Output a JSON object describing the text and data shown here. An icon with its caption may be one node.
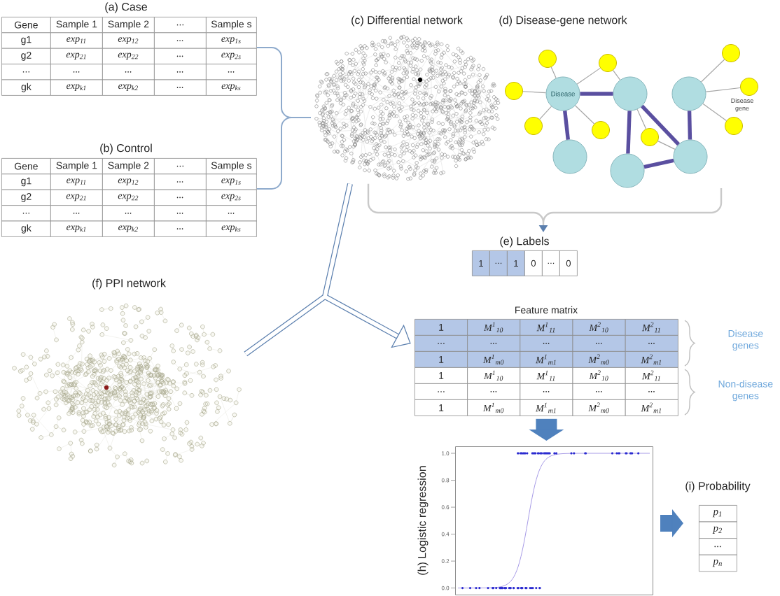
{
  "diagram": {
    "nodes": [
      {
        "text": [
          "(a) Case",
          "Gene",
          "Sample 1",
          "Sample 2",
          "...",
          "Sample s",
          "g1",
          "exp$_{11}$",
          "exp$_{12}$",
          "...",
          "exp$_{1s}$",
          "g2",
          "exp$_{21}$",
          "exp$_{22}$",
          "...",
          "exp$_{2s}$",
          "...",
          "...",
          "...",
          "...",
          "...",
          "gk",
          "exp$_{k1}$",
          "exp$_{k2}$",
          "...",
          "exp$_{ks}$"
        ]
      },
      {
        "text": [
          "(b) Control",
          "Gene",
          "Sample 1",
          "Sample 2",
          "...",
          "Sample s",
          "g1",
          "exp$_{11}$",
          "exp$_{12}$",
          "...",
          "exp$_{1s}$",
          "g2",
          "exp$_{21}$",
          "exp$_{22}$",
          "...",
          "exp$_{2s}$",
          "...",
          "...",
          "...",
          "...",
          "...",
          "gk",
          "exp$_{k1}$",
          "exp$_{k2}$",
          "...",
          "exp$_{ks}$"
        ]
      },
      {
        "text": [
          "(c) Differential network"
        ]
      },
      {
        "text": [
          "(d) Disease-gene network"
        ]
      },
      {
        "text": [],
        "shape": "circle",
        "in": 3
      },
      {
        "text": [],
        "shape": "circle",
        "in": 3
      },
      {
        "text": [],
        "shape": "circle",
        "in": 3
      },
      {
        "text": [],
        "shape": "circle",
        "in": 3
      },
      {
        "text": [
          "Disease"
        ],
        "in": 3
      },
      {
        "text": [],
        "shape": "circle",
        "in": 3
      },
      {
        "text": [],
        "shape": "circle",
        "in": 3
      },
      {
        "text": [],
        "shape": "circle",
        "in": 3,
        "beside": [
          "Disease gene"
        ]
      },
      {
        "text": [],
        "shape": "circle",
        "in": 3
      },
      {
        "text": [],
        "shape": "circle",
        "in": 3
      },
      {
        "text": [],
        "shape": "circle",
        "in": 3
      },
      {
        "text": [],
        "shape": "circle",
        "in": 3
      },
      {
        "text": [],
        "shape": "circle",
        "in": 3
      },
      {
        "text": [],
        "shape": "circle",
        "in": 3
      },
      {
        "text": [],
        "shape": "circle",
        "in": 3
      },
      {
        "text": [
          "(e) Labels",
          "1",
          "...",
          "1",
          "0",
          "...",
          "0"
        ]
      },
      {
        "text": [
          "(f) PPI network"
        ]
      },
      {
        "text": [
          "Feature matrix",
          "1",
          "M$^{1}$$_{10}$",
          "M$^{1}$$_{11}$",
          "M$^{2}$$_{10}$",
          "M$^{2}$$_{11}$",
          "...",
          "...",
          "...",
          "...",
          "...",
          "1",
          "M$^{1}$$_{m0}$",
          "M$^{1}$$_{m1}$",
          "M$^{2}$$_{m0}$",
          "M$^{2}$$_{m1}$",
          "1",
          "M$^{1}$$_{10}$",
          "M$^{1}$$_{11}$",
          "M$^{2}$$_{10}$",
          "M$^{2}$$_{11}$",
          "...",
          "...",
          "...",
          "...",
          "...",
          "1",
          "M$^{1}$$_{m0}$",
          "M$^{1}$$_{m1}$",
          "M$^{2}$$_{m0}$",
          "M$^{2}$$_{m1}$"
        ],
        "beside": [
          "Disease genes",
          "Non-disease genes"
        ]
      },
      {
        "text": [
          "(h) Logistic regression"
        ]
      },
      {
        "text": [
          "(i) Probability",
          "p$_{1}$",
          "p$_{2}$",
          "...",
          "p$_{n}$"
        ]
      }
    ],
    "edges": [
      {
        "from": 0,
        "to": 2,
        "arrow": "none",
        "color": "#8eaacc"
      },
      {
        "from": 1,
        "to": 2,
        "arrow": "none",
        "color": "#8eaacc"
      },
      {
        "from": 2,
        "to": 19,
        "arrow": "to",
        "color": "#c9c9c9"
      },
      {
        "from": 3,
        "to": 19,
        "arrow": "to",
        "color": "#c9c9c9"
      },
      {
        "from": 2,
        "to": 21,
        "arrow": "to",
        "style": "thick",
        "color": "#5b7fae"
      },
      {
        "from": 20,
        "to": 21,
        "arrow": "to",
        "style": "thick",
        "color": "#5b7fae"
      },
      {
        "from": 21,
        "to": 22,
        "arrow": "to",
        "style": "thick",
        "color": "#4f81bd"
      },
      {
        "from": 22,
        "to": 23,
        "arrow": "to",
        "style": "thick",
        "color": "#4f81bd"
      },
      {
        "from": 4,
        "to": 8,
        "arrow": "none"
      },
      {
        "from": 5,
        "to": 8,
        "arrow": "none"
      },
      {
        "from": 5,
        "to": 9,
        "arrow": "none"
      },
      {
        "from": 7,
        "to": 8,
        "arrow": "none"
      },
      {
        "from": 12,
        "to": 8,
        "arrow": "none"
      },
      {
        "from": 13,
        "to": 8,
        "arrow": "none"
      },
      {
        "from": 14,
        "to": 9,
        "arrow": "none"
      },
      {
        "from": 14,
        "to": 18,
        "arrow": "none"
      },
      {
        "from": 6,
        "to": 10,
        "arrow": "none"
      },
      {
        "from": 11,
        "to": 10,
        "arrow": "none"
      },
      {
        "from": 15,
        "to": 10,
        "arrow": "none"
      },
      {
        "from": 8,
        "to": 9,
        "arrow": "none",
        "style": "thick",
        "color": "#5a4fa0"
      },
      {
        "from": 8,
        "to": 16,
        "arrow": "none",
        "style": "thick",
        "color": "#5a4fa0"
      },
      {
        "from": 9,
        "to": 17,
        "arrow": "none",
        "style": "thick",
        "color": "#5a4fa0"
      },
      {
        "from": 9,
        "to": 18,
        "arrow": "none",
        "style": "thick",
        "color": "#5a4fa0"
      },
      {
        "from": 17,
        "to": 18,
        "arrow": "none",
        "style": "thick",
        "color": "#5a4fa0"
      },
      {
        "from": 10,
        "to": 18,
        "arrow": "none",
        "style": "thick",
        "color": "#5a4fa0"
      }
    ],
    "labels": [
      "1.0",
      "0.8",
      "0.6",
      "0.4",
      "0.2",
      "0.0"
    ]
  }
}
